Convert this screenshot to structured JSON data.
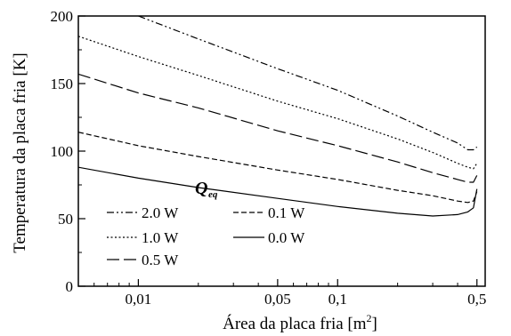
{
  "chart_data": {
    "type": "line",
    "xlabel": "Área da placa fria [m",
    "xlabel_sup": "2",
    "xlabel_end": "]",
    "ylabel": "Temperatura da placa fria [K]",
    "xscale": "log",
    "xlim": [
      0.005,
      0.55
    ],
    "ylim": [
      0,
      200
    ],
    "xticks": [
      {
        "value": 0.01,
        "label": "0,01"
      },
      {
        "value": 0.05,
        "label": "0,05"
      },
      {
        "value": 0.1,
        "label": "0,1"
      },
      {
        "value": 0.5,
        "label": "0,5"
      }
    ],
    "yticks": [
      {
        "value": 0,
        "label": "0"
      },
      {
        "value": 50,
        "label": "50"
      },
      {
        "value": 100,
        "label": "100"
      },
      {
        "value": 150,
        "label": "150"
      },
      {
        "value": 200,
        "label": "200"
      }
    ],
    "grid": false,
    "legend": {
      "title": "Q",
      "title_sub": "eq",
      "placement": "lower-left"
    },
    "series": [
      {
        "name": "2.0 W",
        "style": "dashdotdot",
        "x": [
          0.01,
          0.02,
          0.05,
          0.1,
          0.2,
          0.3,
          0.4,
          0.45,
          0.48,
          0.5
        ],
        "y": [
          200,
          183,
          161,
          145,
          126,
          114,
          106,
          101,
          101,
          103
        ]
      },
      {
        "name": "1.0 W",
        "style": "dotted",
        "x": [
          0.005,
          0.01,
          0.02,
          0.05,
          0.1,
          0.2,
          0.3,
          0.4,
          0.45,
          0.48,
          0.5
        ],
        "y": [
          185,
          170,
          156,
          137,
          124,
          109,
          99,
          91,
          88,
          87,
          91
        ]
      },
      {
        "name": "0.5 W",
        "style": "longdash",
        "x": [
          0.005,
          0.01,
          0.02,
          0.05,
          0.1,
          0.2,
          0.3,
          0.4,
          0.45,
          0.48,
          0.5
        ],
        "y": [
          157,
          143,
          132,
          115,
          104,
          92,
          84,
          79,
          77,
          77,
          82
        ]
      },
      {
        "name": "0.1 W",
        "style": "shortdash",
        "x": [
          0.005,
          0.01,
          0.02,
          0.05,
          0.1,
          0.2,
          0.3,
          0.4,
          0.45,
          0.48,
          0.5
        ],
        "y": [
          114,
          104,
          96,
          86,
          79,
          71,
          67,
          63,
          62,
          63,
          70
        ]
      },
      {
        "name": "0.0 W",
        "style": "solid",
        "x": [
          0.005,
          0.01,
          0.02,
          0.05,
          0.1,
          0.2,
          0.3,
          0.4,
          0.45,
          0.48,
          0.5
        ],
        "y": [
          88,
          80,
          73,
          65,
          59,
          54,
          52,
          53,
          55,
          58,
          72
        ]
      }
    ]
  }
}
